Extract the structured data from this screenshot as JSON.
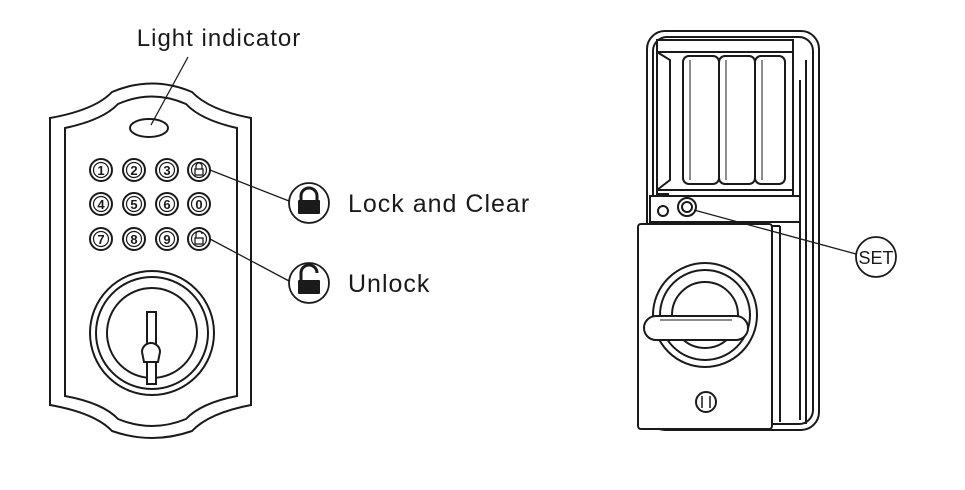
{
  "labels": {
    "light_indicator": "Light indicator",
    "lock_and_clear": "Lock and Clear",
    "unlock": "Unlock",
    "set": "SET"
  },
  "keypad": {
    "rows": [
      [
        "1",
        "2",
        "3",
        "lock"
      ],
      [
        "4",
        "5",
        "6",
        "0"
      ],
      [
        "7",
        "8",
        "9",
        "unlock"
      ]
    ]
  },
  "icons": {
    "lock": "padlock-closed-icon",
    "unlock": "padlock-open-icon"
  },
  "colors": {
    "line": "#1a1a1a",
    "background": "#ffffff",
    "battery_fill": "#e6e6e6"
  }
}
